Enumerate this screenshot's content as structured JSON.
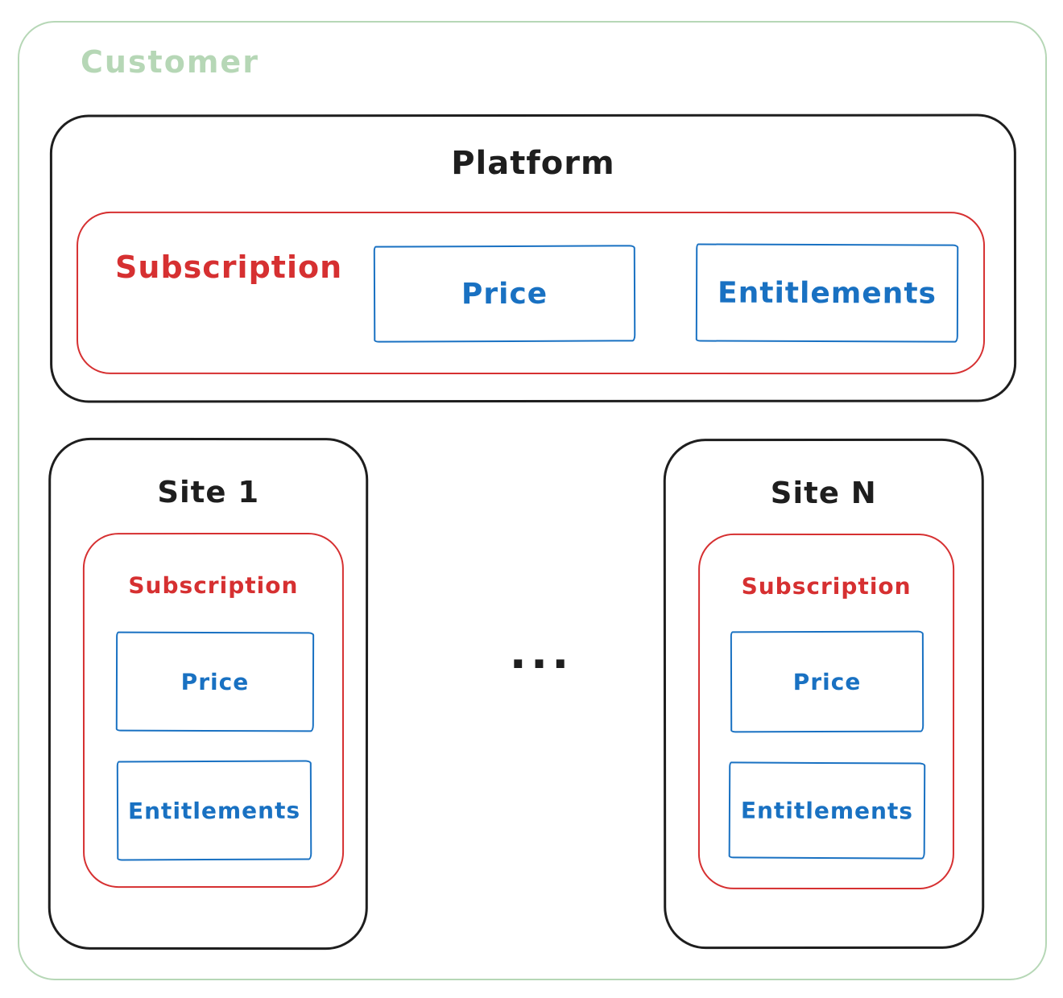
{
  "colors": {
    "green": "#b6d7b6",
    "black": "#1e1e1e",
    "red": "#d63031",
    "blue": "#1971c2",
    "paper": "#ffffff"
  },
  "customer": {
    "label": "Customer"
  },
  "platform": {
    "label": "Platform",
    "subscription": {
      "label": "Subscription",
      "price_label": "Price",
      "entitlements_label": "Entitlements"
    }
  },
  "sites": [
    {
      "label": "Site 1",
      "subscription": {
        "label": "Subscription",
        "price_label": "Price",
        "entitlements_label": "Entitlements"
      }
    },
    {
      "label": "Site N",
      "subscription": {
        "label": "Subscription",
        "price_label": "Price",
        "entitlements_label": "Entitlements"
      }
    }
  ],
  "ellipsis": "..."
}
